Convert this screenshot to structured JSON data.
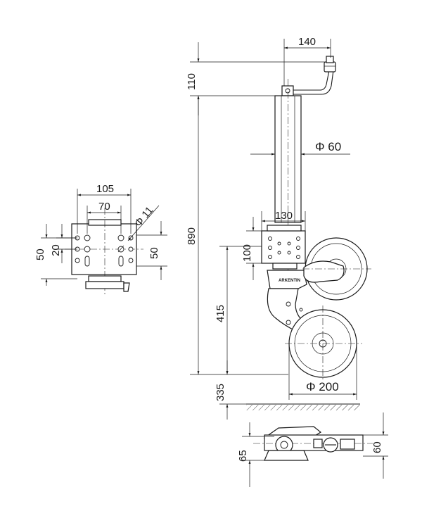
{
  "dimensions": {
    "top_handle_width": "140",
    "top_height": "110",
    "tube_diameter": "Φ 60",
    "total_height": "890",
    "flange_width": "130",
    "flange_height": "100",
    "wheel_axis_height": "415",
    "ground_clearance": "335",
    "wheel_diameter": "Φ 200",
    "plate_width": "105",
    "plate_inner_width": "70",
    "plate_hole_diameter": "Φ 11",
    "plate_height_left": "50",
    "plate_inner_height": "20",
    "plate_height_right": "50",
    "folded_height": "65",
    "folded_wheel_height": "60"
  }
}
